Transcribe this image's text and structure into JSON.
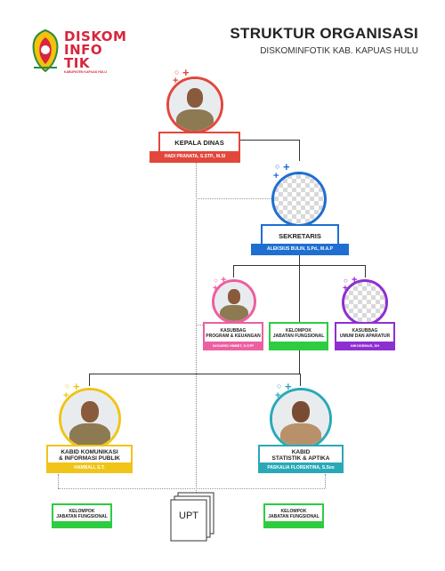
{
  "header": {
    "logo_lines": [
      "DISKOM",
      "INFO",
      "TIK"
    ],
    "logo_sub": "KABUPATEN KAPUAS HULU",
    "title": "STRUKTUR ORGANISASI",
    "subtitle": "DISKOMINFOTIK KAB. KAPUAS HULU"
  },
  "nodes": {
    "kepala": {
      "role": "KEPALA DINAS",
      "name": "HADI PRANATA, S.STP., M.SI",
      "color": "#e2473c"
    },
    "sekretaris": {
      "role": "SEKRETARIS",
      "name": "ALEKSIUS BULIN, S.Pd., M.A.P",
      "color": "#1e6fd1"
    },
    "kasubbag_prog": {
      "role_1": "KASUBBAG",
      "role_2": "PROGRAM & KEUANGAN",
      "name": "NOVARIS HIMBIT, S.STP",
      "color": "#ec5fa0"
    },
    "kelompok_mid": {
      "role_1": "KELOMPOK",
      "role_2": "JABATAN FUNGSIONAL",
      "color": "#2ecc40"
    },
    "kasubbag_umum": {
      "role_1": "KASUBBAG",
      "role_2": "UMUM DAN APARATUR",
      "name": "NIKODEMUS, SH",
      "color": "#8e2fd1"
    },
    "kabid_kip": {
      "role_1": "KABID KOMUNIKASI",
      "role_2": "& INFORMASI PUBLIK",
      "name": "HAMBALI, S.T.",
      "color": "#f0c419"
    },
    "kabid_stat": {
      "role_1": "KABID",
      "role_2": "STATISTIK & APTIKA",
      "name": "PASKALIA FLORENTINA, S.Sos",
      "color": "#29a9b8"
    },
    "kelompok_left": {
      "role_1": "KELOMPOK",
      "role_2": "JABATAN FUNGSIONAL",
      "color": "#2ecc40"
    },
    "kelompok_right": {
      "role_1": "KELOMPOK",
      "role_2": "JABATAN FUNGSIONAL",
      "color": "#2ecc40"
    },
    "upt": {
      "label": "UPT"
    }
  },
  "decorations": {
    "plus": "+",
    "ring": "○"
  }
}
